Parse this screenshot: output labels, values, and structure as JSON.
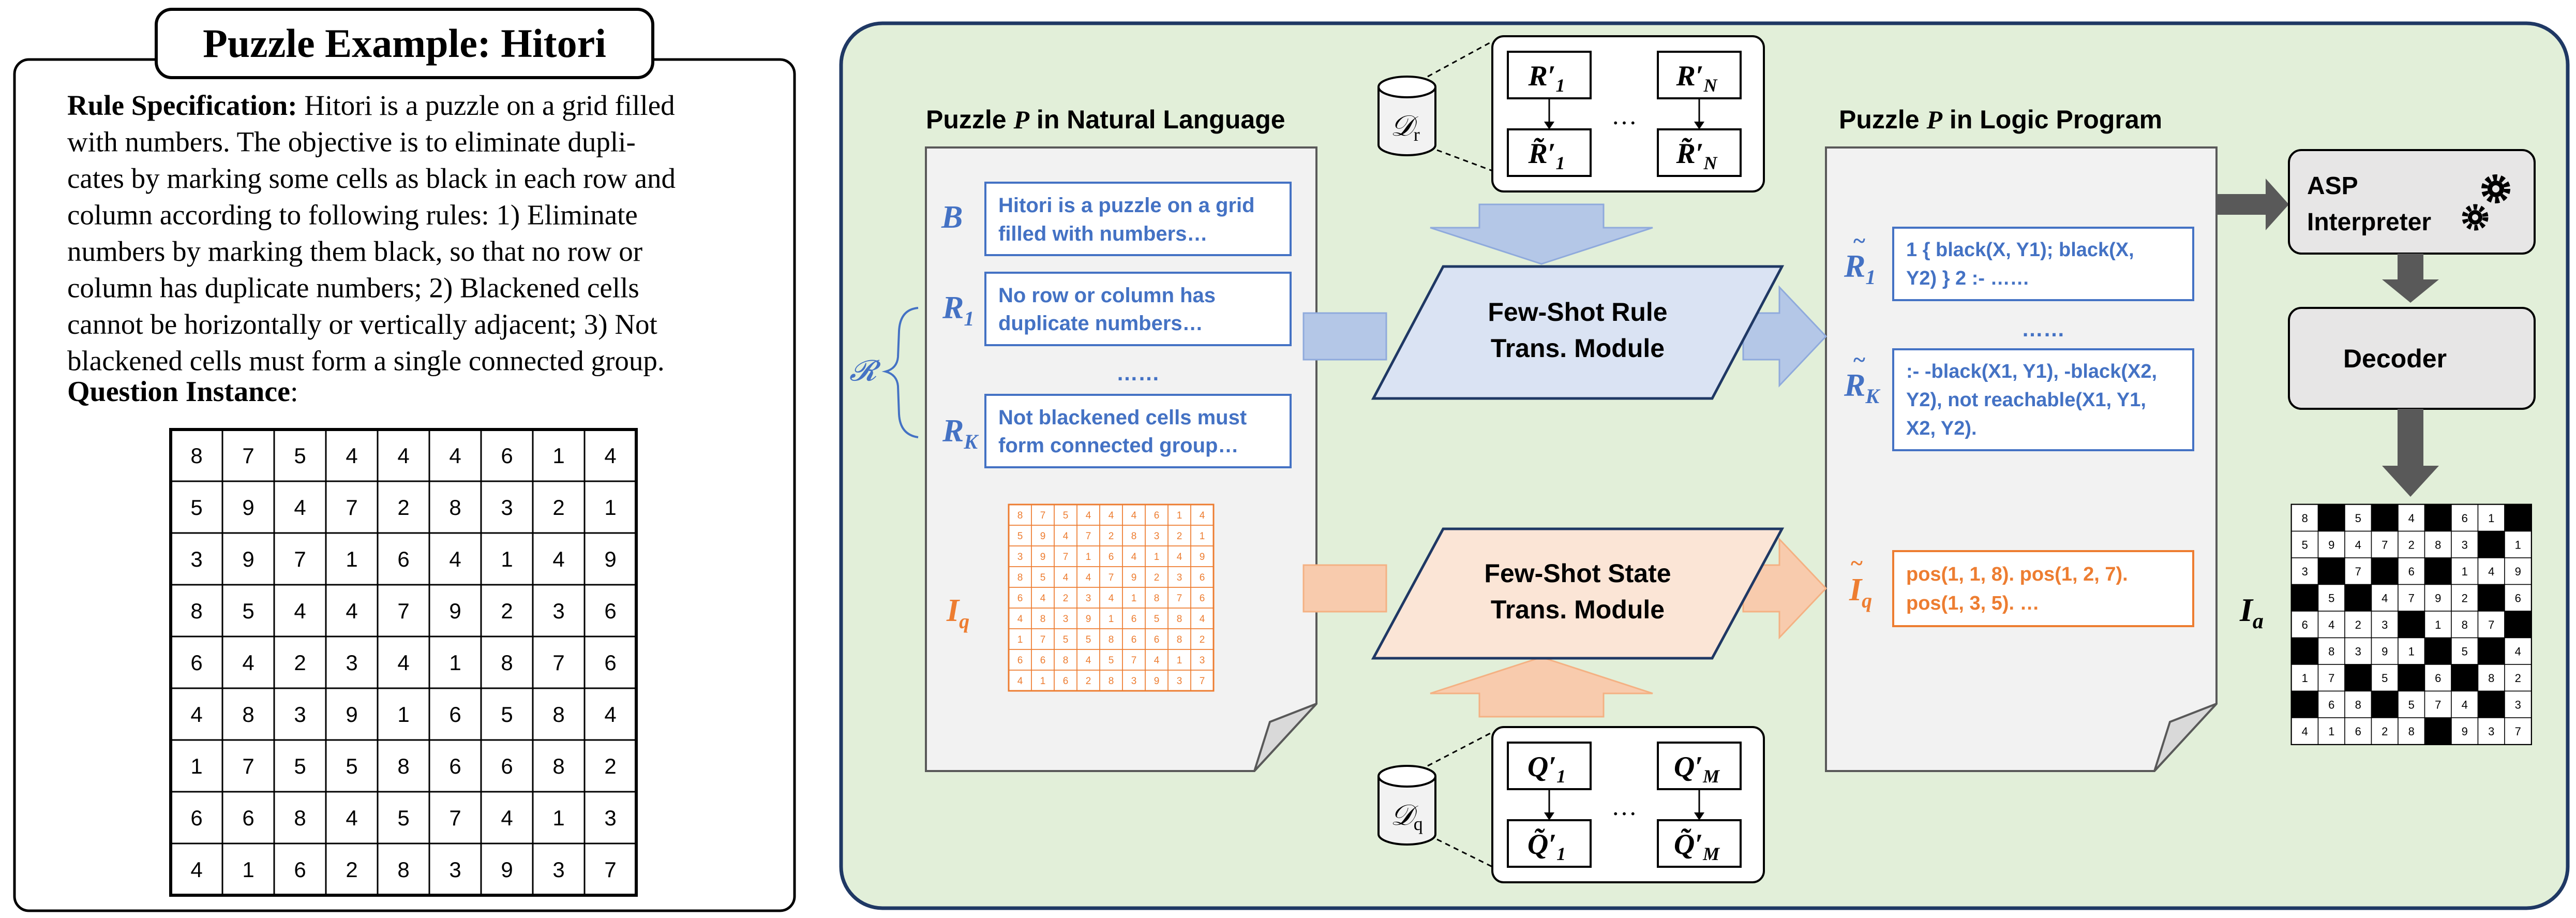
{
  "left_panel": {
    "title": "Puzzle Example: Hitori",
    "rule_lines": [
      {
        "bold": "Rule Specification:",
        "text": " Hitori is a puzzle on a grid filled"
      },
      {
        "bold": "",
        "text": "with numbers.  The objective is to eliminate dupli-"
      },
      {
        "bold": "",
        "text": "cates by marking some cells as black in each row and"
      },
      {
        "bold": "",
        "text": "column according to following rules:  1) Eliminate"
      },
      {
        "bold": "",
        "text": "numbers by marking them black, so that no row or"
      },
      {
        "bold": "",
        "text": "column has duplicate numbers; 2) Blackened cells"
      },
      {
        "bold": "",
        "text": "cannot be horizontally or vertically adjacent; 3) Not"
      },
      {
        "bold": "",
        "text": "blackened cells must form a single connected group."
      }
    ],
    "question_label": "Question Instance",
    "question_colon": ":",
    "grid": [
      [
        8,
        7,
        5,
        4,
        4,
        4,
        6,
        1,
        4
      ],
      [
        5,
        9,
        4,
        7,
        2,
        8,
        3,
        2,
        1
      ],
      [
        3,
        9,
        7,
        1,
        6,
        4,
        1,
        4,
        9
      ],
      [
        8,
        5,
        4,
        4,
        7,
        9,
        2,
        3,
        6
      ],
      [
        6,
        4,
        2,
        3,
        4,
        1,
        8,
        7,
        6
      ],
      [
        4,
        8,
        3,
        9,
        1,
        6,
        5,
        8,
        4
      ],
      [
        1,
        7,
        5,
        5,
        8,
        6,
        6,
        8,
        2
      ],
      [
        6,
        6,
        8,
        4,
        5,
        7,
        4,
        1,
        3
      ],
      [
        4,
        1,
        6,
        2,
        8,
        3,
        9,
        3,
        7
      ]
    ]
  },
  "pipeline": {
    "nl_title_prefix": "Puzzle ",
    "nl_title_var": "P",
    "nl_title_suffix": " in Natural Language",
    "lp_title_prefix": "Puzzle ",
    "lp_title_var": "P",
    "lp_title_suffix": " in Logic Program",
    "symbols": {
      "B": "B",
      "R": "R",
      "R_sub1": "1",
      "R_subK": "K",
      "calR": "𝓡",
      "I": "I",
      "I_sub": "q",
      "Ia_main": "I",
      "Ia_sub": "a"
    },
    "nl_boxes": [
      {
        "line1": "Hitori is a puzzle on a grid",
        "line2": "filled with numbers…"
      },
      {
        "line1": "No row or column has",
        "line2": "duplicate numbers…"
      },
      {
        "line1": "Not blackened cells must",
        "line2": "form connected group…"
      }
    ],
    "nl_dots": "……",
    "mini_grid": [
      [
        8,
        7,
        5,
        4,
        4,
        4,
        6,
        1,
        4
      ],
      [
        5,
        9,
        4,
        7,
        2,
        8,
        3,
        2,
        1
      ],
      [
        3,
        9,
        7,
        1,
        6,
        4,
        1,
        4,
        9
      ],
      [
        8,
        5,
        4,
        4,
        7,
        9,
        2,
        3,
        6
      ],
      [
        6,
        4,
        2,
        3,
        4,
        1,
        8,
        7,
        6
      ],
      [
        4,
        8,
        3,
        9,
        1,
        6,
        5,
        8,
        4
      ],
      [
        1,
        7,
        5,
        5,
        8,
        6,
        6,
        8,
        2
      ],
      [
        6,
        6,
        8,
        4,
        5,
        7,
        4,
        1,
        3
      ],
      [
        4,
        1,
        6,
        2,
        8,
        3,
        9,
        3,
        7
      ]
    ],
    "rule_module": {
      "line1": "Few-Shot Rule",
      "line2": "Trans. Module"
    },
    "state_module": {
      "line1": "Few-Shot State",
      "line2": "Trans. Module"
    },
    "lp_boxes": [
      {
        "line1": "1 { black(X, Y1); black(X,",
        "line2": "Y2) } 2 :-  ……",
        "line3": ""
      },
      {
        "line1": ":- -black(X1, Y1), -black(X2,",
        "line2": "Y2), not reachable(X1, Y1,",
        "line3": "X2, Y2)."
      },
      {
        "line1": "pos(1, 1, 8). pos(1, 2, 7).",
        "line2": "pos(1, 3, 5). …",
        "line3": ""
      }
    ],
    "lp_dots": "……",
    "dr_label": "𝒟",
    "dr_sub": "r",
    "dq_label": "𝒟",
    "dq_sub": "q",
    "dr_items": {
      "top_left": "R′",
      "top_left_sub": "1",
      "top_right": "R′",
      "top_right_sub": "N",
      "bot_left": "R̃′",
      "bot_left_sub": "1",
      "bot_right": "R̃′",
      "bot_right_sub": "N",
      "dots": "…"
    },
    "dq_items": {
      "top_left": "Q′",
      "top_left_sub": "1",
      "top_right": "Q′",
      "top_right_sub": "M",
      "bot_left": "Q̃′",
      "bot_left_sub": "1",
      "bot_right": "Q̃′",
      "bot_right_sub": "M",
      "dots": "…"
    },
    "asp": {
      "line1": "ASP",
      "line2": "Interpreter"
    },
    "decoder": "Decoder",
    "solution_grid": [
      [
        8,
        null,
        5,
        null,
        4,
        null,
        6,
        1,
        null
      ],
      [
        5,
        9,
        4,
        7,
        2,
        8,
        3,
        null,
        1
      ],
      [
        3,
        null,
        7,
        null,
        6,
        null,
        1,
        4,
        9
      ],
      [
        null,
        5,
        null,
        4,
        7,
        9,
        2,
        null,
        6
      ],
      [
        6,
        4,
        2,
        3,
        null,
        1,
        8,
        7,
        null
      ],
      [
        null,
        8,
        3,
        9,
        1,
        null,
        5,
        null,
        4
      ],
      [
        1,
        7,
        null,
        5,
        null,
        6,
        null,
        8,
        2
      ],
      [
        null,
        6,
        8,
        null,
        5,
        7,
        4,
        null,
        3
      ],
      [
        4,
        1,
        6,
        2,
        8,
        null,
        9,
        3,
        7
      ]
    ]
  },
  "colors": {
    "panel_green": "#e2efd9",
    "panel_border": "#1f3864",
    "blue_text": "#4472c4",
    "orange_text": "#ed7d31",
    "blue_fill": "#b4c7e7",
    "orange_fill": "#f8cbad",
    "rule_module_fill": "#dae3f3",
    "state_module_fill": "#fbe5d6",
    "gray_box": "#e7e6e6",
    "dark_arrow": "#595959"
  }
}
